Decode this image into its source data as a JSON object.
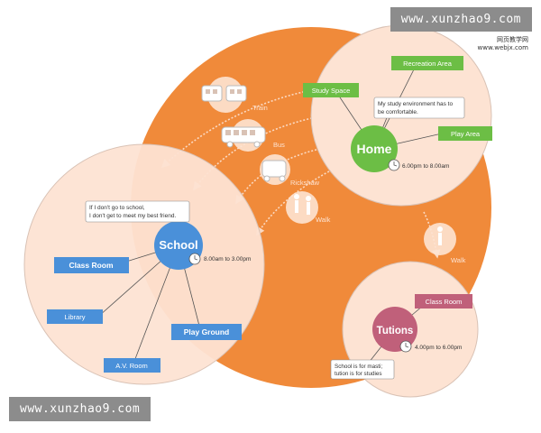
{
  "watermarks": {
    "top": "www.xunzhao9.com",
    "bottom": "www.xunzhao9.com",
    "sub_line1": "网页教学网",
    "sub_line2": "www.webjx.com"
  },
  "colors": {
    "orange": "#f08a3a",
    "peach": "#fde3d3",
    "green": "#6cbe45",
    "blue": "#4a90d9",
    "pink": "#c0607a",
    "grey_circle": "#d9c2b5"
  },
  "home": {
    "title": "Home",
    "time": "6.00pm to 8.00am",
    "quote_line1": "My study environment has to",
    "quote_line2": "be comfortable.",
    "labels": {
      "recreation": "Recreation Area",
      "study": "Study Space",
      "play": "Play Area"
    }
  },
  "school": {
    "title": "School",
    "time": "8.00am to 3.00pm",
    "quote_line1": "If I don't go to school,",
    "quote_line2": "I don't get to meet my best friend.",
    "labels": {
      "classroom": "Class Room",
      "library": "Library",
      "playground": "Play Ground",
      "avroom": "A.V. Room"
    }
  },
  "tutions": {
    "title": "Tutions",
    "time": "4.00pm to 6.00pm",
    "quote_line1": "School is for masti;",
    "quote_line2": "tution is for studies",
    "labels": {
      "classroom": "Class Room"
    }
  },
  "transport": {
    "train": "Train",
    "bus": "Bus",
    "rickshaw": "Rickshaw",
    "walk": "Walk",
    "walk2": "Walk"
  }
}
